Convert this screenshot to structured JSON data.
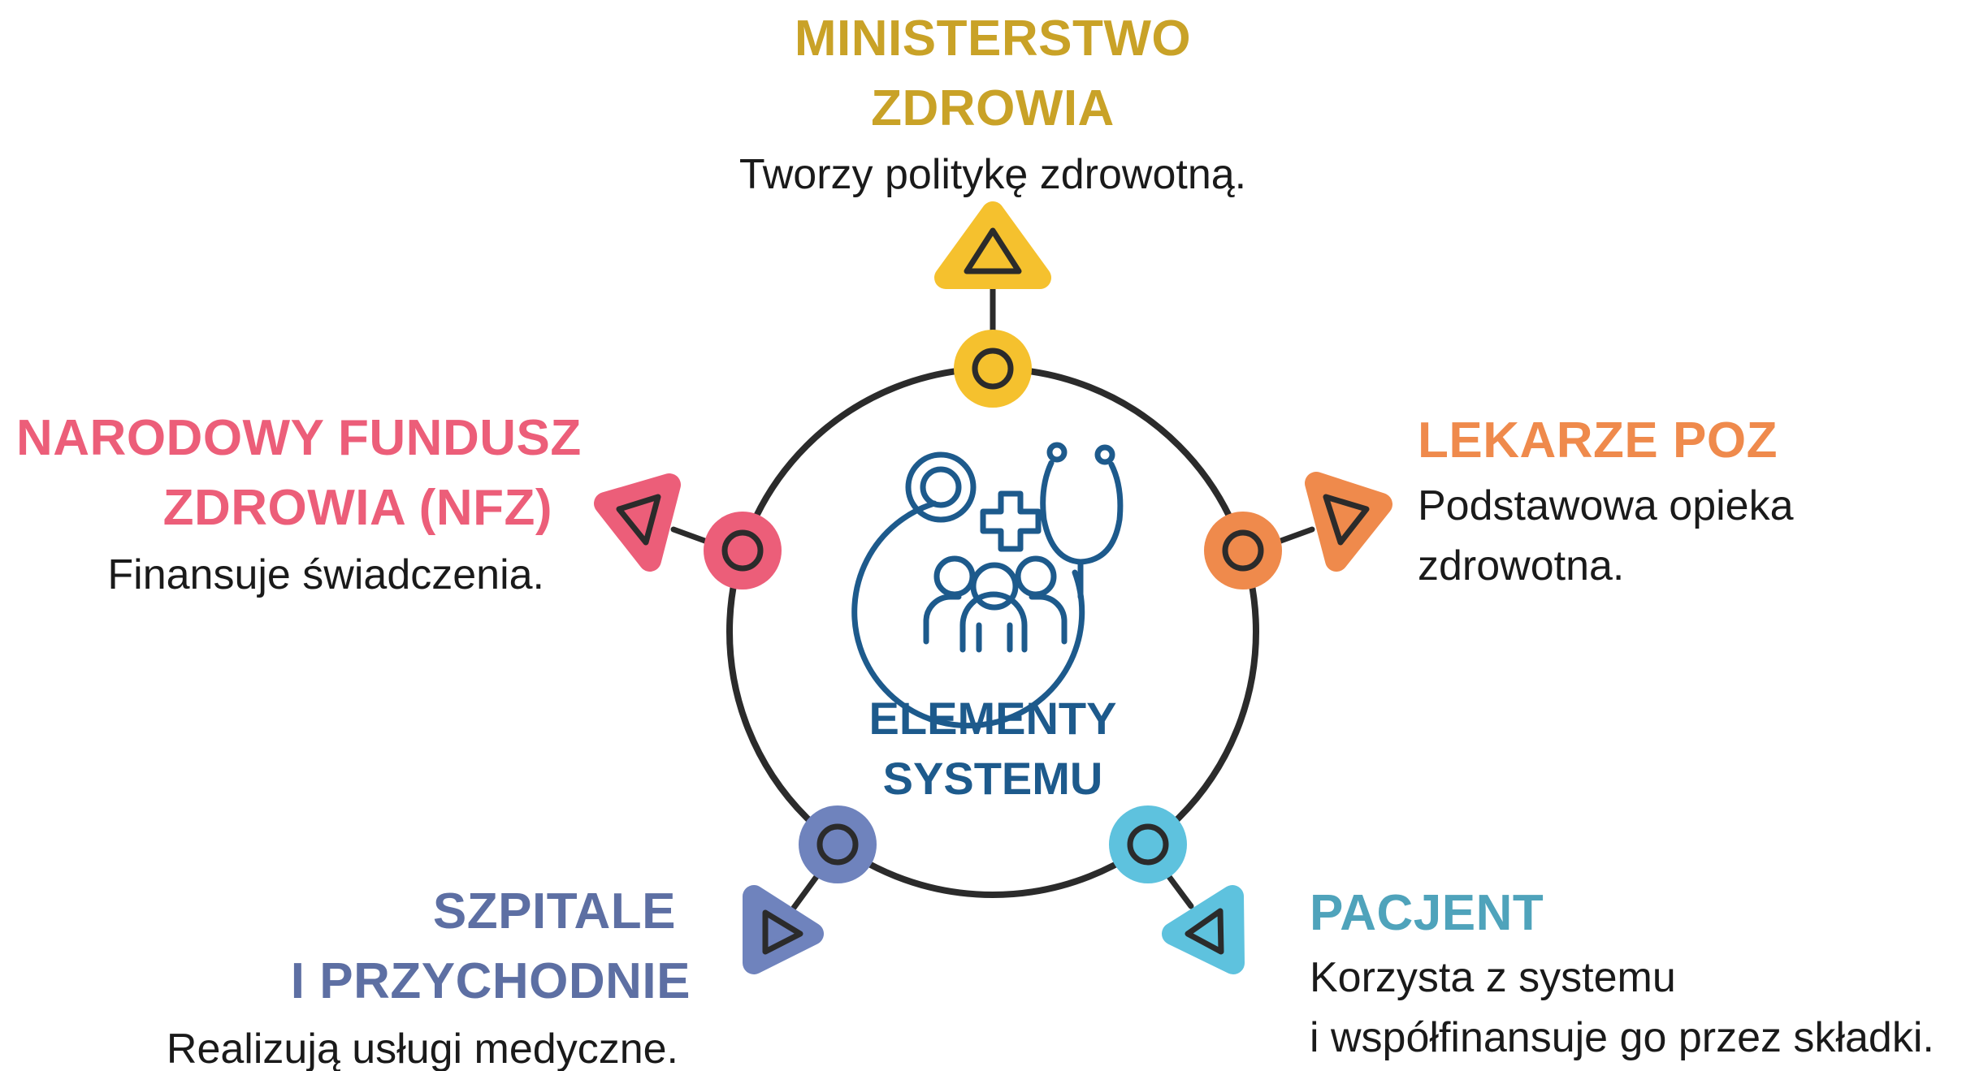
{
  "center": {
    "title_lines": [
      "ELEMENTY",
      "SYSTEMU"
    ],
    "icon": "healthcare-stethoscope-people-icon",
    "color": "#1d5a8c"
  },
  "nodes": [
    {
      "id": "ministerstwo",
      "title_lines": [
        "MINISTERSTWO",
        "ZDROWIA"
      ],
      "desc_lines": [
        "Tworzy politykę zdrowotną."
      ],
      "color": "#f5c12e",
      "title_color": "#c9a227"
    },
    {
      "id": "lekarze",
      "title_lines": [
        "LEKARZE POZ"
      ],
      "desc_lines": [
        "Podstawowa opieka",
        "zdrowotna."
      ],
      "color": "#ef8a4c",
      "title_color": "#ef8a4c"
    },
    {
      "id": "pacjent",
      "title_lines": [
        "PACJENT"
      ],
      "desc_lines": [
        "Korzysta z systemu",
        "i współfinansuje go przez składki."
      ],
      "color": "#5ec2de",
      "title_color": "#4fa3bb"
    },
    {
      "id": "szpitale",
      "title_lines": [
        "SZPITALE",
        "I PRZYCHODNIE"
      ],
      "desc_lines": [
        "Realizują usługi medyczne."
      ],
      "color": "#6f83bd",
      "title_color": "#5d6fa3"
    },
    {
      "id": "nfz",
      "title_lines": [
        "NARODOWY FUNDUSZ",
        "ZDROWIA (NFZ)"
      ],
      "desc_lines": [
        "Finansuje świadczenia."
      ],
      "color": "#ec5e79",
      "title_color": "#ec5e79"
    }
  ]
}
